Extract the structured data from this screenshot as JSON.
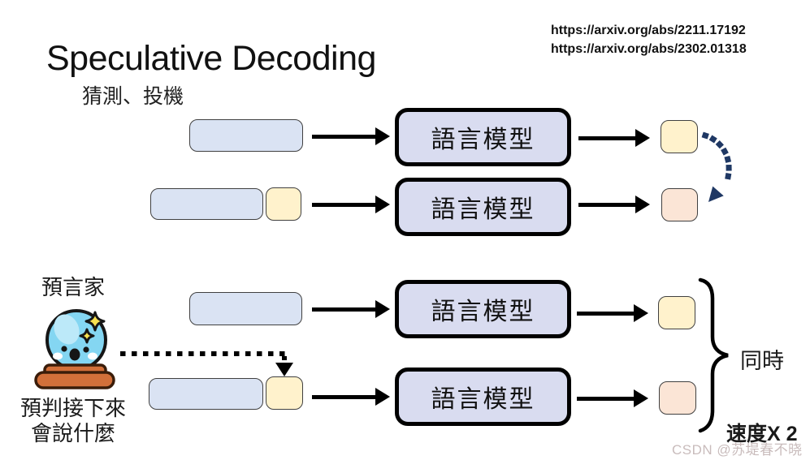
{
  "header": {
    "title": "Speculative Decoding",
    "subtitle": "猜測、投機",
    "links": [
      "https://arxiv.org/abs/2211.17192",
      "https://arxiv.org/abs/2302.01318"
    ]
  },
  "diagram": {
    "rows": [
      {
        "model_label": "語言模型"
      },
      {
        "model_label": "語言模型"
      },
      {
        "model_label": "語言模型"
      },
      {
        "model_label": "語言模型"
      }
    ]
  },
  "prophet": {
    "label": "預言家",
    "caption_line1": "預判接下來",
    "caption_line2": "會說什麼"
  },
  "annotations": {
    "simultaneous_label": "同時",
    "speed_label": "速度X 2"
  },
  "watermark": "CSDN @苏堤春不晓",
  "colors": {
    "context_box": "#dae3f3",
    "model_box": "#d9dcf0",
    "guess_token_box": "#fff2cc",
    "output_token_box": "#fbe5d6",
    "box_border": "#404040",
    "model_border": "#000000",
    "arrow": "#000000",
    "feedback_arrow": "#1f3864",
    "crystal_ball": "#84d6f2",
    "crystal_ball_highlight": "#bce9f9",
    "ball_base": "#d2703a",
    "sparkle": "#f8e14f",
    "watermark": "#c9bcbc"
  }
}
